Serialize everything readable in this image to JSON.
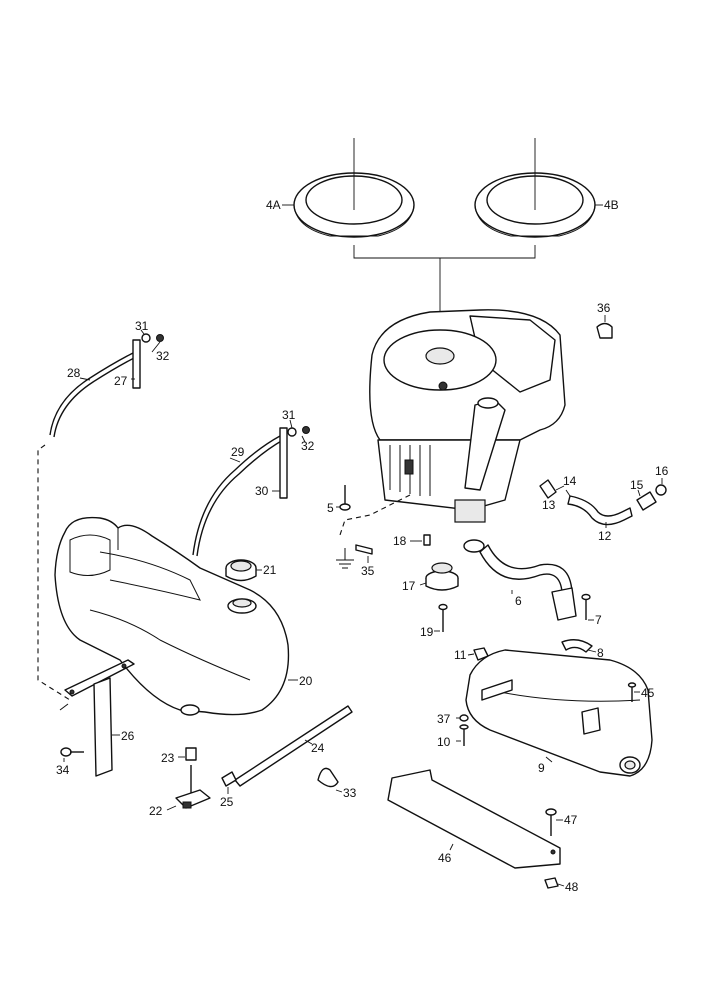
{
  "callouts": {
    "c4A": "4A",
    "c4B": "4B",
    "c36": "36",
    "c31a": "31",
    "c32a": "32",
    "c28": "28",
    "c27": "27",
    "c31b": "31",
    "c32b": "32",
    "c29": "29",
    "c30": "30",
    "c5": "5",
    "c13": "13",
    "c14": "14",
    "c15": "15",
    "c16": "16",
    "c12": "12",
    "c18": "18",
    "c35": "35",
    "c17": "17",
    "c6": "6",
    "c7": "7",
    "c19": "19",
    "c21": "21",
    "c20": "20",
    "c11": "11",
    "c8": "8",
    "c45": "45",
    "c37": "37",
    "c10": "10",
    "c9": "9",
    "c26": "26",
    "c34": "34",
    "c23": "23",
    "c24": "24",
    "c25": "25",
    "c22": "22",
    "c33": "33",
    "c47": "47",
    "c46": "46",
    "c48": "48"
  },
  "colors": {
    "line": "#111111",
    "background": "#ffffff",
    "shade": "#e9e9e9"
  }
}
